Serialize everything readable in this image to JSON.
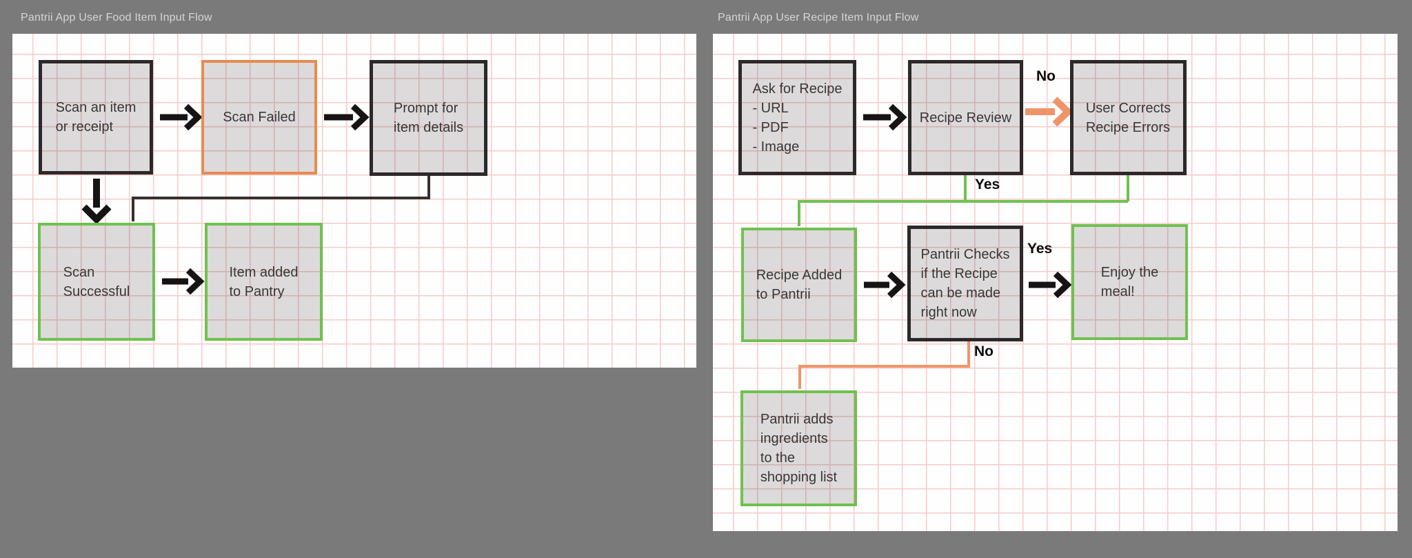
{
  "colors": {
    "background": "#7a7a7a",
    "canvas": "#fffefe",
    "grid_line": "#f6caca",
    "node_fill": "#d9d9d9",
    "border_dark": "#2d2829",
    "border_orange": "#e98a50",
    "border_green": "#6fc14f",
    "connector_black": "#161314",
    "connector_green": "#6fc14f",
    "connector_orange": "#ef9468",
    "title_text": "#d6d6d6",
    "node_text": "#3a3636"
  },
  "sections": {
    "food": {
      "title": "Pantrii App User Food Item Input Flow",
      "nodes": {
        "scan_item": "Scan an item\nor receipt",
        "scan_failed": "Scan Failed",
        "prompt_details": "Prompt for\nitem details",
        "scan_successful": "Scan\nSuccessful",
        "item_added": "Item added\nto Pantry"
      }
    },
    "recipe": {
      "title": "Pantrii App User Recipe Item Input Flow",
      "nodes": {
        "ask_recipe": "Ask for Recipe\n- URL\n- PDF\n- Image",
        "recipe_review": "Recipe Review",
        "user_corrects": "User Corrects\nRecipe Errors",
        "recipe_added": "Recipe Added\nto Pantrii",
        "pantrii_checks": "Pantrii Checks\nif the Recipe\ncan be made\nright now",
        "enjoy_meal": "Enjoy the\nmeal!",
        "pantrii_adds": "Pantrii adds\ningredients\nto the\nshopping list"
      },
      "edge_labels": {
        "review_no": "No",
        "review_yes": "Yes",
        "checks_yes": "Yes",
        "checks_no": "No"
      }
    }
  }
}
